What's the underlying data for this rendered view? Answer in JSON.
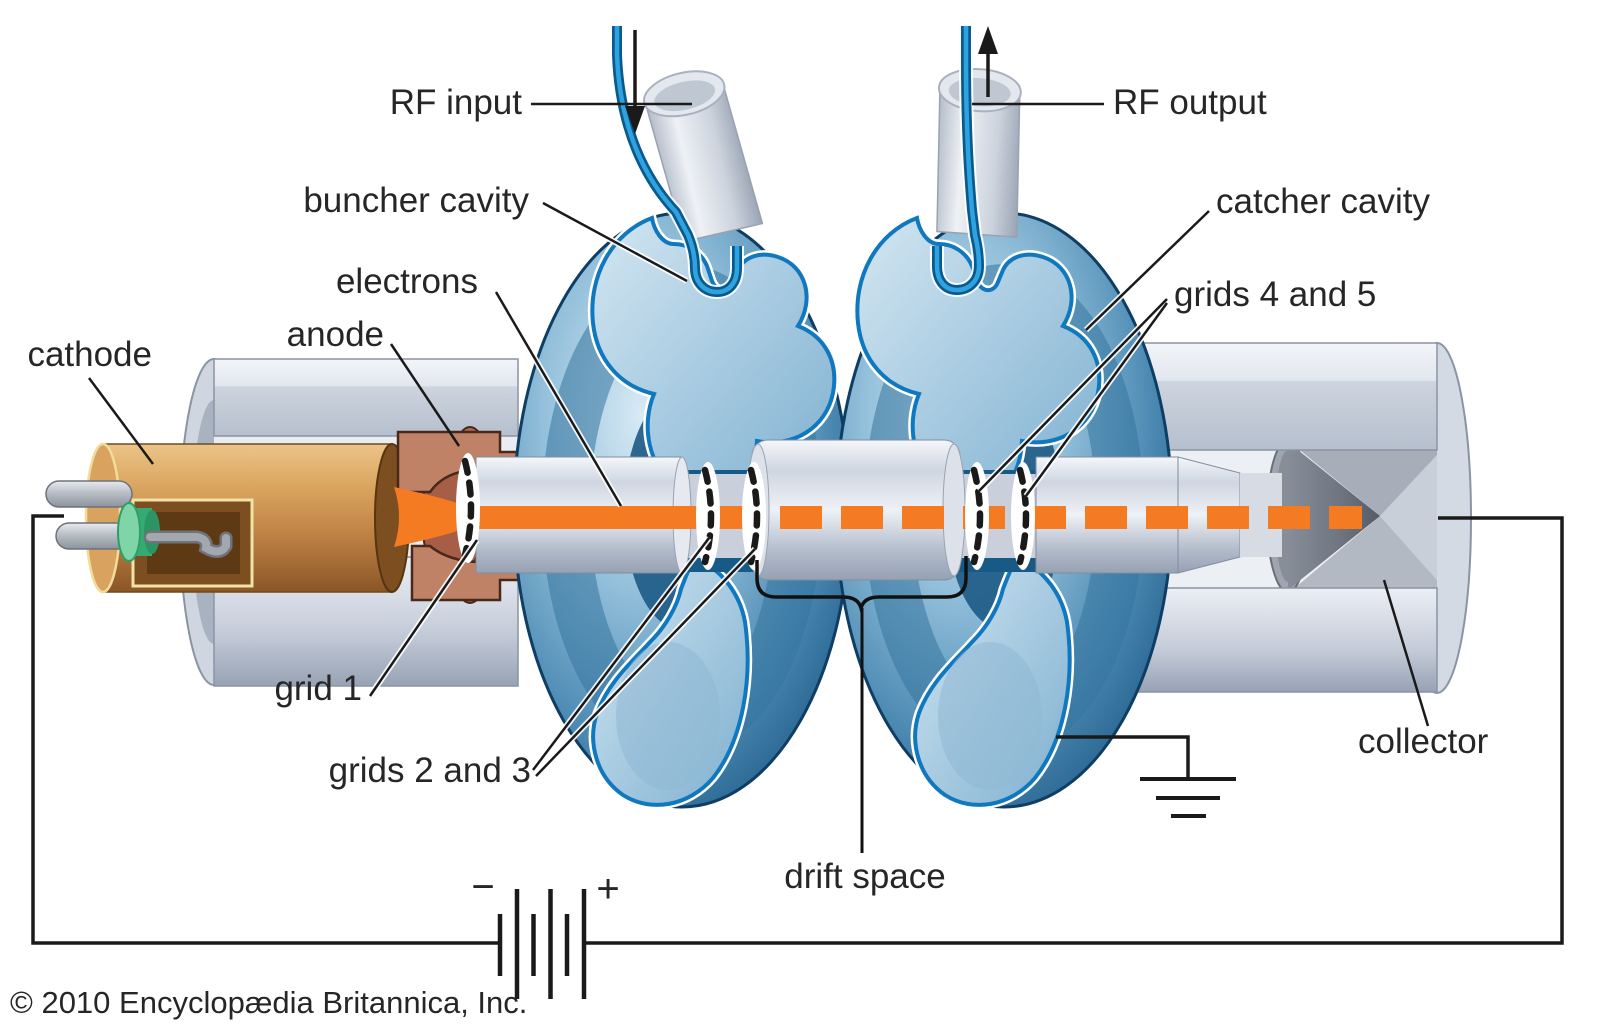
{
  "diagram": {
    "subject": "two-cavity klystron cutaway",
    "labels": {
      "rf_input": "RF input",
      "rf_output": "RF output",
      "buncher_cavity": "buncher cavity",
      "catcher_cavity": "catcher cavity",
      "electrons": "electrons",
      "anode": "anode",
      "cathode": "cathode",
      "grid_1": "grid 1",
      "grids_2_3": "grids 2 and 3",
      "grids_4_5": "grids 4 and 5",
      "drift_space": "drift space",
      "collector": "collector"
    },
    "battery": {
      "minus_sign": "−",
      "plus_sign": "+"
    },
    "copyright": "© 2010 Encyclopædia Britannica, Inc.",
    "colors": {
      "electron_beam_orange": "#f47b21",
      "cavity_blue_deep": "#24618d",
      "cavity_blue_light": "#b9d6e8",
      "cavity_outline_blue": "#0f78bf",
      "metal_gray": "#c6ccd8",
      "cathode_copper": "#c98a4e",
      "anode_terracotta": "#c08266",
      "rf_wire_blue": "#2ea3e0",
      "circuit_line_black": "#1a1a1a"
    }
  }
}
